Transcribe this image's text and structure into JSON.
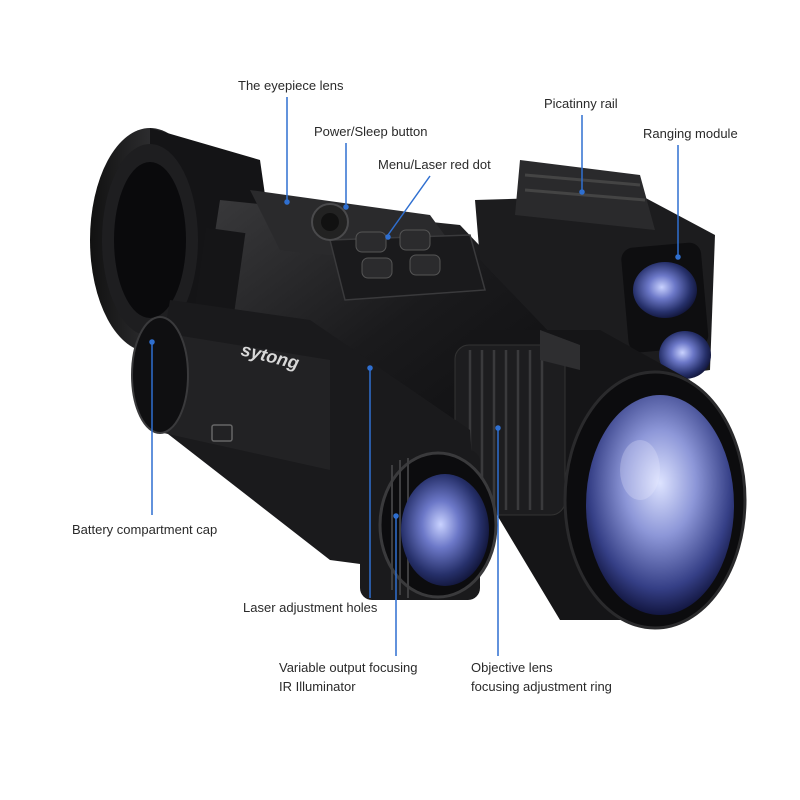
{
  "labels": {
    "eyepiece": "The eyepiece lens",
    "power": "Power/Sleep button",
    "menu": "Menu/Laser red dot",
    "picatinny": "Picatinny rail",
    "ranging": "Ranging module",
    "battery": "Battery compartment cap",
    "laser_holes": "Laser adjustment holes",
    "ir_line1": "Variable output focusing",
    "ir_line2": "IR Illuminator",
    "objective_line1": "Objective lens",
    "objective_line2": "focusing adjustment ring"
  },
  "brand": "sytong",
  "colors": {
    "leader_line": "#2f6fd0",
    "body": "#1c1c1e",
    "lens_glass": "#3a4a8a",
    "text": "#2a2a2a"
  }
}
